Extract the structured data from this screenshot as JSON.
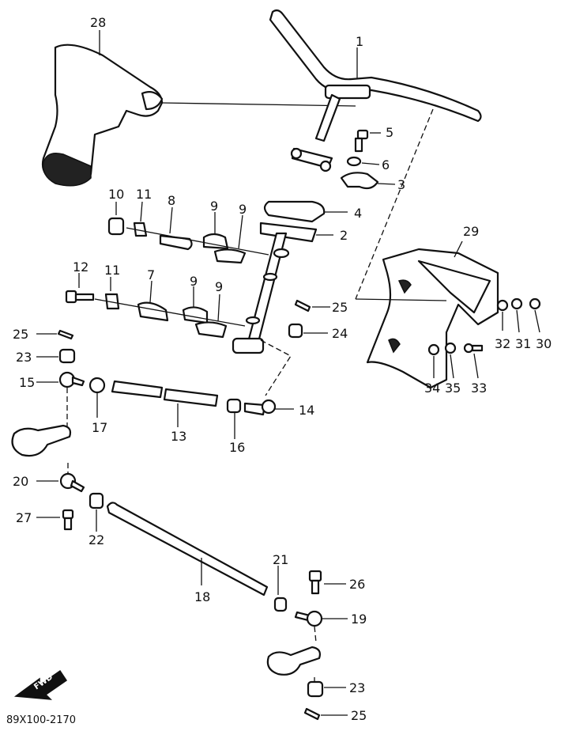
{
  "labels": {
    "p1": "1",
    "p2": "2",
    "p3": "3",
    "p4": "4",
    "p5": "5",
    "p6": "6",
    "p7": "7",
    "p8": "8",
    "p9a": "9",
    "p9b": "9",
    "p9c": "9",
    "p9d": "9",
    "p10": "10",
    "p11a": "11",
    "p11b": "11",
    "p12": "12",
    "p13": "13",
    "p14": "14",
    "p15": "15",
    "p16": "16",
    "p17": "17",
    "p18": "18",
    "p19": "19",
    "p20": "20",
    "p21": "21",
    "p22": "22",
    "p23a": "23",
    "p23b": "23",
    "p24": "24",
    "p25a": "25",
    "p25b": "25",
    "p25c": "25",
    "p26": "26",
    "p27": "27",
    "p28": "28",
    "p29": "29",
    "p30": "30",
    "p31": "31",
    "p32": "32",
    "p33": "33",
    "p34": "34",
    "p35": "35"
  },
  "diagram_code": "89X100-2170",
  "fwd_badge": "FWD"
}
